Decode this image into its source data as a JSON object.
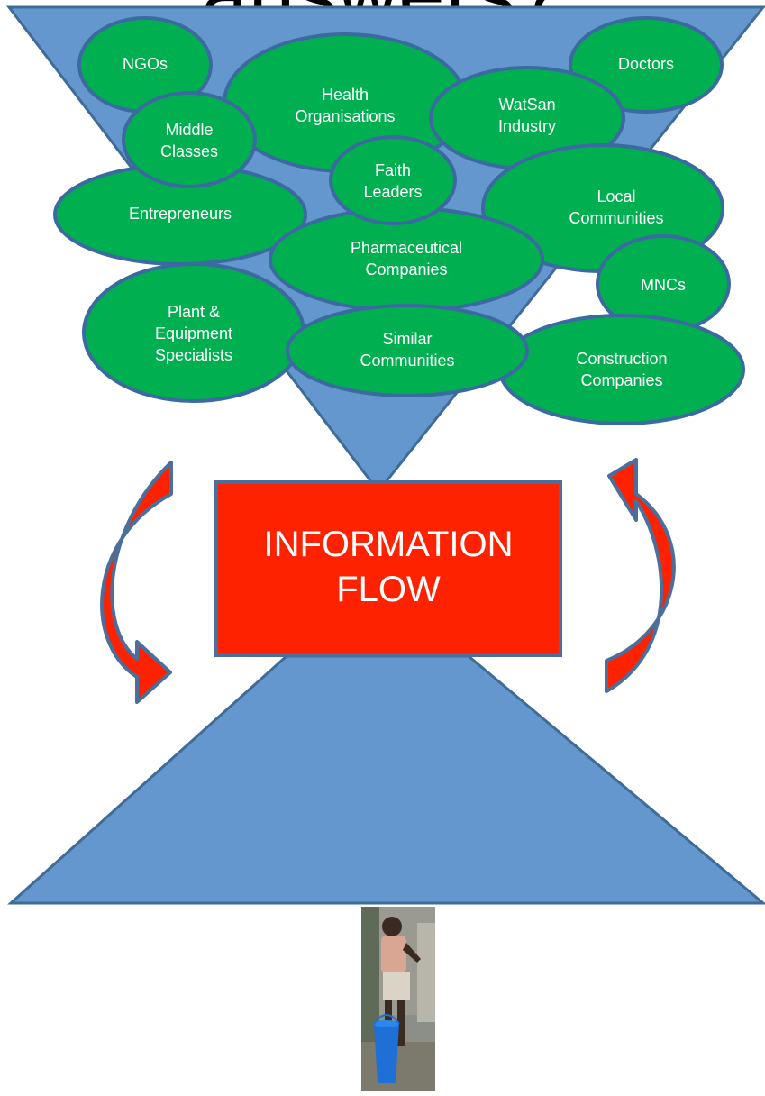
{
  "title_fragment": "answers?",
  "colors": {
    "funnel": "#6397cd",
    "funnel_stroke": "#3f6b99",
    "ellipse_fill": "#00b050",
    "ellipse_stroke": "#3a6aa0",
    "box_fill": "#ff2200",
    "arrow_fill": "#ff2200",
    "arrow_stroke": "#4a6f9c"
  },
  "stakeholders": [
    {
      "id": "ngos",
      "label": "NGOs"
    },
    {
      "id": "health-organisations",
      "label": "Health\nOrganisations"
    },
    {
      "id": "watsan-industry",
      "label": "WatSan\nIndustry"
    },
    {
      "id": "doctors",
      "label": "Doctors"
    },
    {
      "id": "middle-classes",
      "label": "Middle\nClasses"
    },
    {
      "id": "faith-leaders",
      "label": "Faith\nLeaders"
    },
    {
      "id": "entrepreneurs",
      "label": "Entrepreneurs"
    },
    {
      "id": "local-communities",
      "label": "Local\nCommunities"
    },
    {
      "id": "pharmaceutical-companies",
      "label": "Pharmaceutical\nCompanies"
    },
    {
      "id": "mncs",
      "label": "MNCs"
    },
    {
      "id": "plant-equipment-specialists",
      "label": "Plant &\nEquipment\nSpecialists"
    },
    {
      "id": "similar-communities",
      "label": "Similar\nCommunities"
    },
    {
      "id": "construction-companies",
      "label": "Construction\nCompanies"
    }
  ],
  "center_box": {
    "label": "INFORMATION\nFLOW"
  },
  "photo": {
    "subject": "child-carrying-water-bucket"
  }
}
